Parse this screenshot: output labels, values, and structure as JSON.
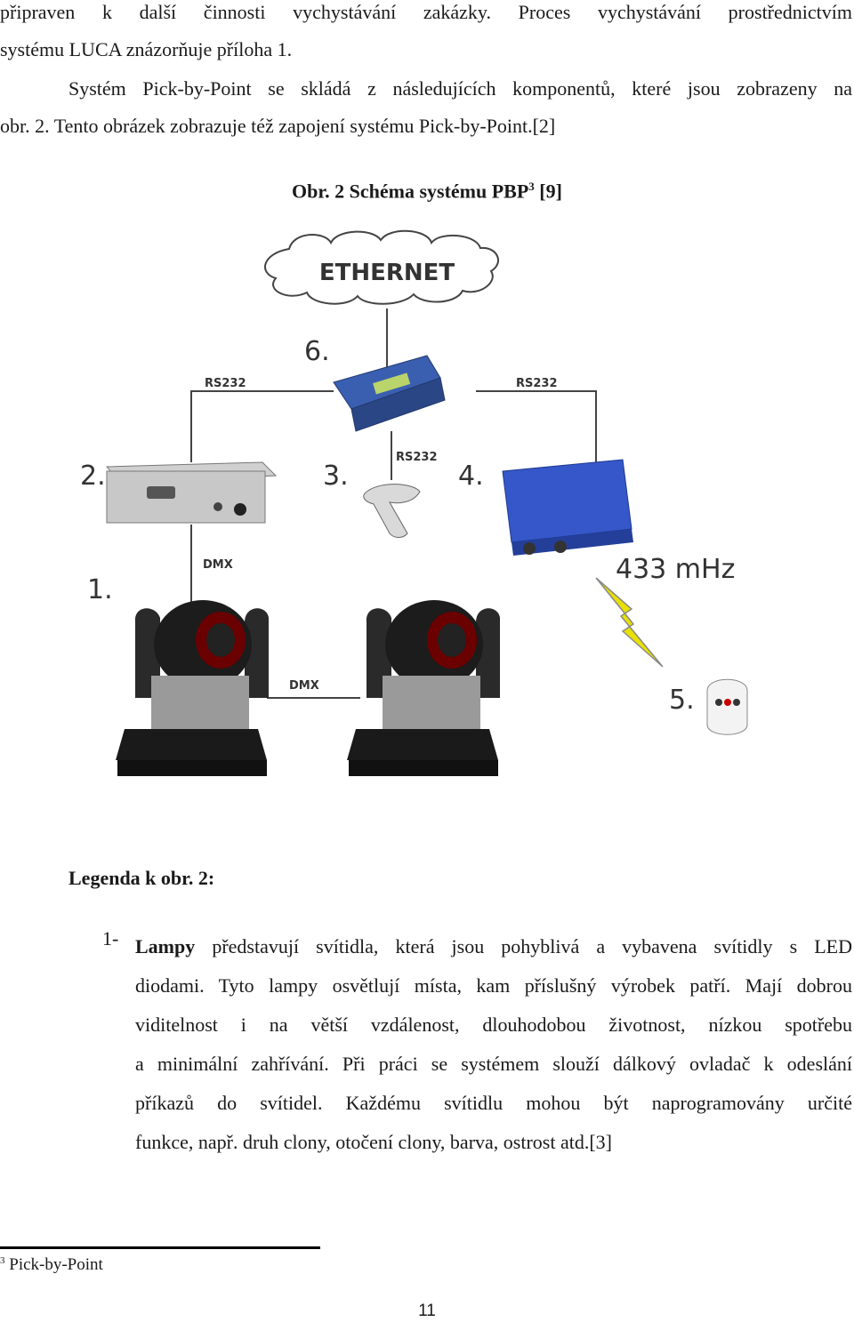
{
  "body_text": {
    "line1": "připraven k další činnosti vychystávání zakázky. Proces vychystávání prostřednictvím",
    "line2": "systému LUCA znázorňuje příloha 1.",
    "line3": "Systém Pick-by-Point se skládá z následujících komponentů, které jsou zobrazeny na",
    "line4": "obr. 2. Tento obrázek zobrazuje též zapojení systému Pick-by-Point.[2]"
  },
  "figure": {
    "caption": "Obr. 2 Schéma systému PBP",
    "caption_sup": "3",
    "caption_ref": " [9]",
    "ethernet_label": "ETHERNET",
    "rs232_left": "RS232",
    "rs232_right": "RS232",
    "rs232_scanner": "RS232",
    "dmx_top": "DMX",
    "dmx_mid": "DMX",
    "freq_label": "433 mHz",
    "num1": "1.",
    "num2": "2.",
    "num3": "3.",
    "num4": "4.",
    "num5": "5.",
    "num6": "6."
  },
  "legend": {
    "title": "Legenda k obr. 2:",
    "item_num": "1-",
    "item_bold": "Lampy",
    "line1_rest": " představují svítidla, která jsou pohyblivá a vybavena svítidly s LED",
    "line2": "diodami. Tyto lampy osvětlují místa, kam příslušný výrobek patří. Mají dobrou",
    "line3": "viditelnost i na větší vzdálenost, dlouhodobou životnost, nízkou spotřebu",
    "line4": "a minimální zahřívání. Při práci se systémem slouží dálkový ovladač k odeslání",
    "line5": "příkazů do svítidel. Každému svítidlu mohou být naprogramovány určité",
    "line6": "funkce, např. druh clony, otočení clony, barva, ostrost atd.[3]"
  },
  "footnote": {
    "number": "3",
    "text": " Pick-by-Point"
  },
  "page_number": "11"
}
